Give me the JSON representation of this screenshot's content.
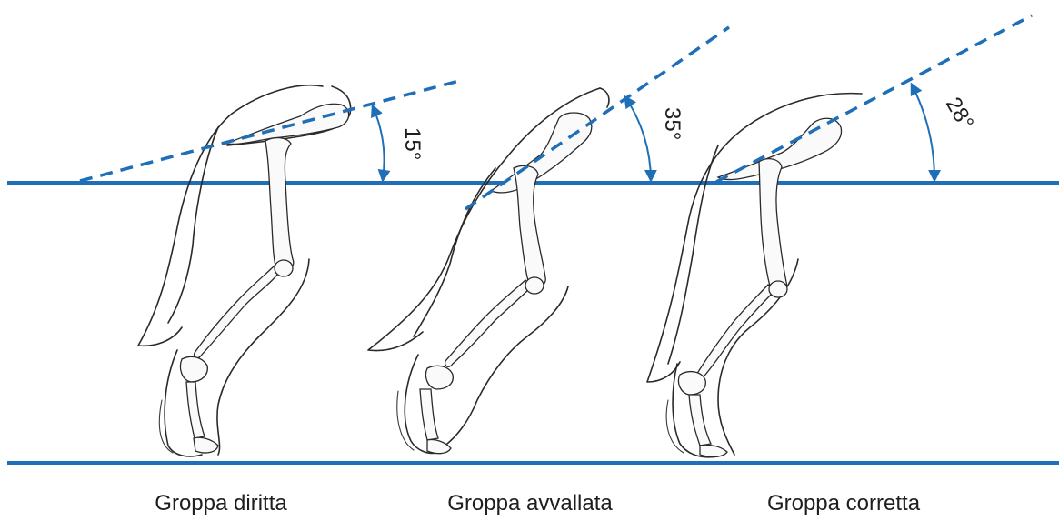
{
  "colors": {
    "guide": "#1f6fb8",
    "ink": "#2a2a2a",
    "text": "#1e1e1e"
  },
  "figures": [
    {
      "caption": "Groppa diritta",
      "angle": "15°"
    },
    {
      "caption": "Groppa avvallata",
      "angle": "35°"
    },
    {
      "caption": "Groppa corretta",
      "angle": "28°"
    }
  ]
}
